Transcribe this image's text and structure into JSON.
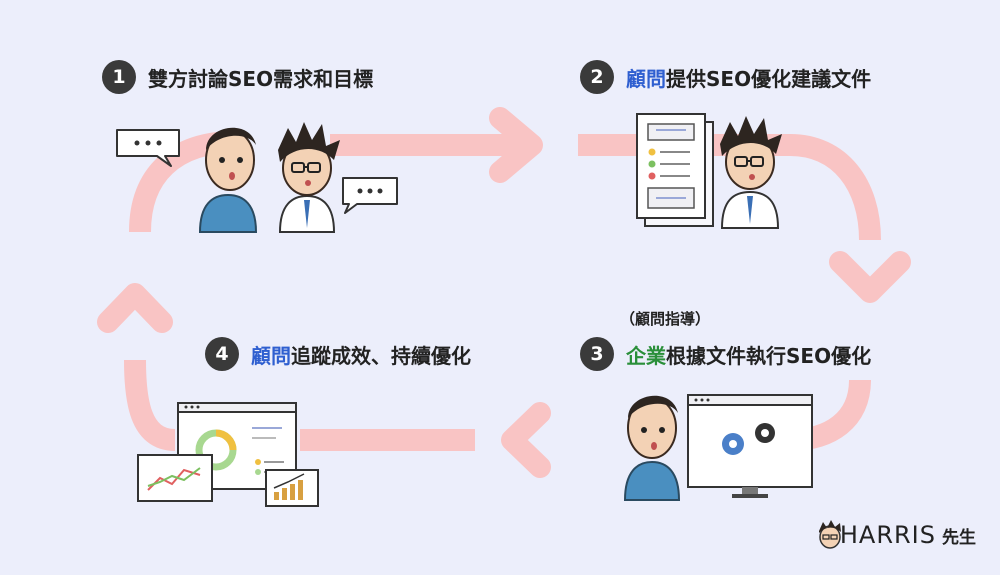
{
  "steps": [
    {
      "number": "1",
      "highlight": "",
      "text": "雙方討論SEO需求和目標"
    },
    {
      "number": "2",
      "highlight": "顧問",
      "text": "提供SEO優化建議文件"
    },
    {
      "number": "3",
      "highlight": "企業",
      "text": "根據文件執行SEO優化",
      "note": "（顧問指導）"
    },
    {
      "number": "4",
      "highlight": "顧問",
      "text": "追蹤成效、持續優化"
    }
  ],
  "colors": {
    "background": "#eceefb",
    "arrow": "#f9c4c4",
    "consultant_highlight": "#2f5fd0",
    "company_highlight": "#2a8f3a",
    "badge": "#3a3a3a"
  },
  "brand": {
    "name": "HARRIS",
    "suffix": "先生"
  }
}
